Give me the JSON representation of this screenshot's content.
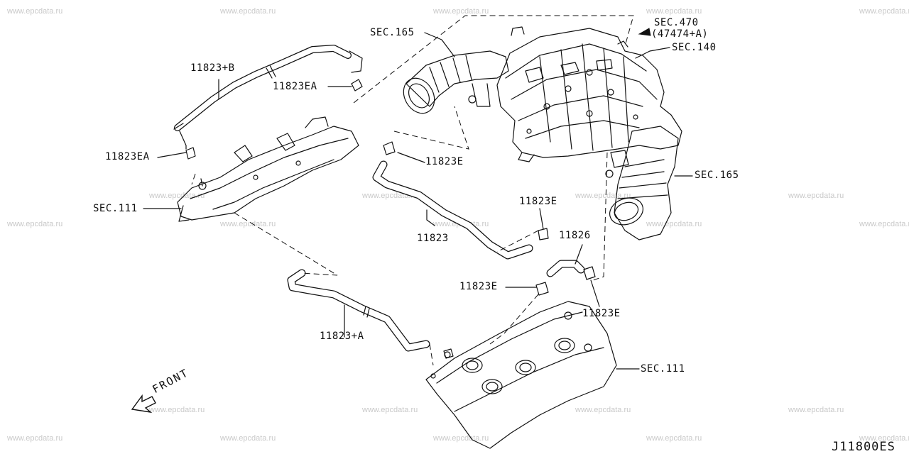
{
  "watermark": "www.epcdata.ru",
  "diagram_code": "J11800ES",
  "front_label": "FRONT",
  "labels": {
    "sec165_top": "SEC.165",
    "sec470": "SEC.470",
    "sec470_ref": "(47474+A)",
    "sec140": "SEC.140",
    "hose_b": "11823+B",
    "clamp_ea_1": "11823EA",
    "clamp_ea_2": "11823EA",
    "sec111_left": "SEC.111",
    "clamp_e_1": "11823E",
    "hose_main": "11823",
    "clamp_e_2": "11823E",
    "sec165_right": "SEC.165",
    "hose_11826": "11826",
    "clamp_e_3": "11823E",
    "clamp_e_4": "11823E",
    "hose_a": "11823+A",
    "sec111_right": "SEC.111"
  }
}
